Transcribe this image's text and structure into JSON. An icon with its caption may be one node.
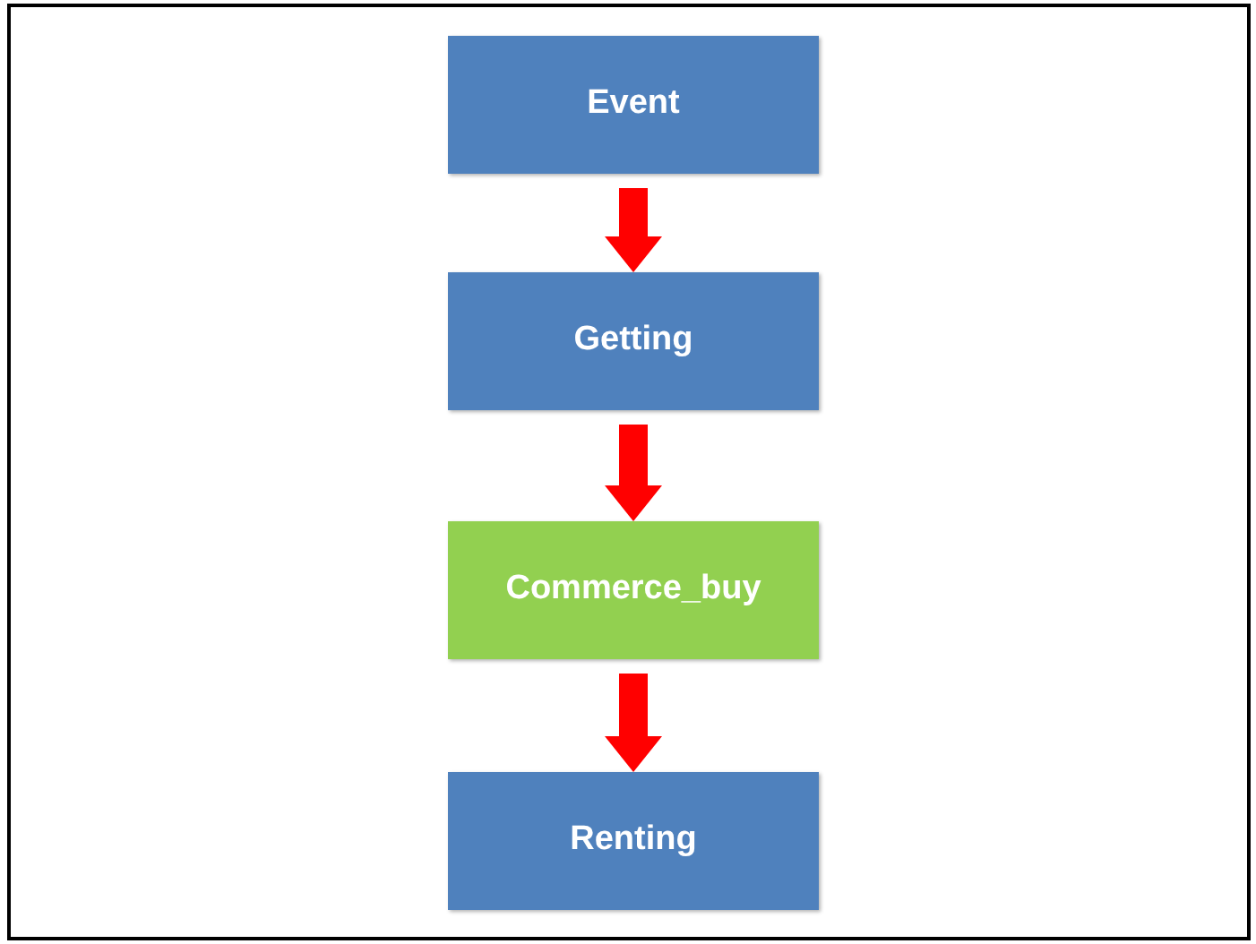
{
  "diagram": {
    "nodes": [
      {
        "text": [
          "Event"
        ]
      },
      {
        "text": [
          "Getting"
        ]
      },
      {
        "text": [
          "Commerce_buy"
        ]
      },
      {
        "text": [
          "Renting"
        ]
      }
    ],
    "edges": [
      {
        "from": 0,
        "to": 1,
        "arrow": "to"
      },
      {
        "from": 1,
        "to": 2,
        "arrow": "to"
      },
      {
        "from": 2,
        "to": 3,
        "arrow": "to"
      }
    ]
  }
}
